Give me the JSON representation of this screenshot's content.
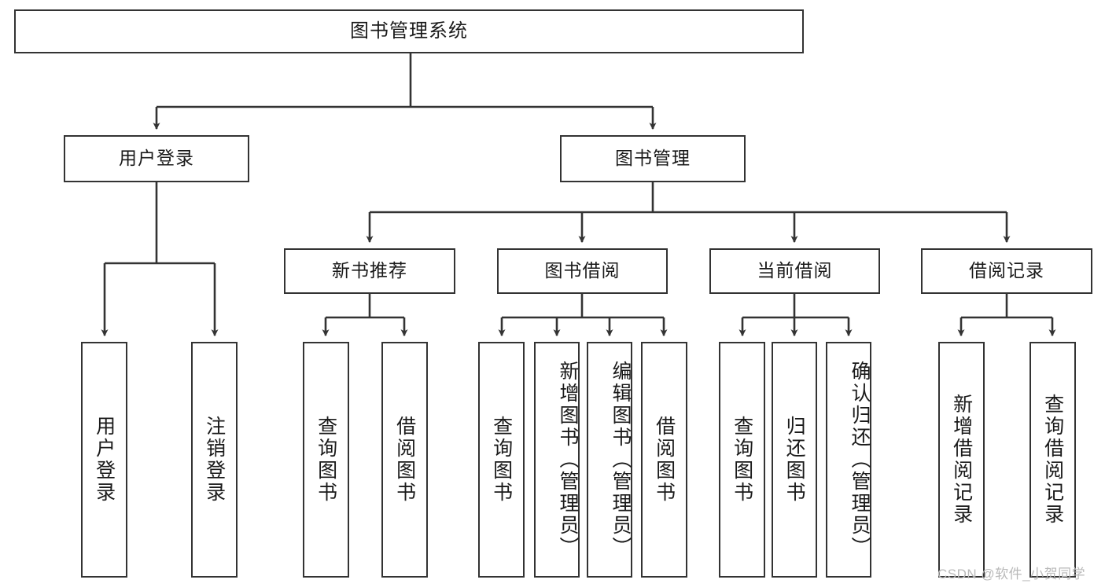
{
  "diagram": {
    "title": "图书管理系统",
    "watermark": "CSDN @软件_小贺同学",
    "line_color": "#333333",
    "box_border_color": "#333333",
    "background": "#ffffff",
    "levels": {
      "root": {
        "label": "图书管理系统"
      },
      "level2": [
        {
          "label": "用户登录"
        },
        {
          "label": "图书管理"
        }
      ],
      "level3": [
        {
          "label": "新书推荐"
        },
        {
          "label": "图书借阅"
        },
        {
          "label": "当前借阅"
        },
        {
          "label": "借阅记录"
        }
      ],
      "leaves": {
        "user_login": [
          {
            "label": "用户登录"
          },
          {
            "label": "注销登录"
          }
        ],
        "new_book_recommend": [
          {
            "label": "查询图书"
          },
          {
            "label": "借阅图书"
          }
        ],
        "book_borrow": [
          {
            "label": "查询图书"
          },
          {
            "label": "新增图书（管理员）"
          },
          {
            "label": "编辑图书（管理员）"
          },
          {
            "label": "借阅图书"
          }
        ],
        "current_borrow": [
          {
            "label": "查询图书"
          },
          {
            "label": "归还图书"
          },
          {
            "label": "确认归还（管理员）"
          }
        ],
        "borrow_record": [
          {
            "label": "新增借阅记录"
          },
          {
            "label": "查询借阅记录"
          }
        ]
      }
    }
  }
}
